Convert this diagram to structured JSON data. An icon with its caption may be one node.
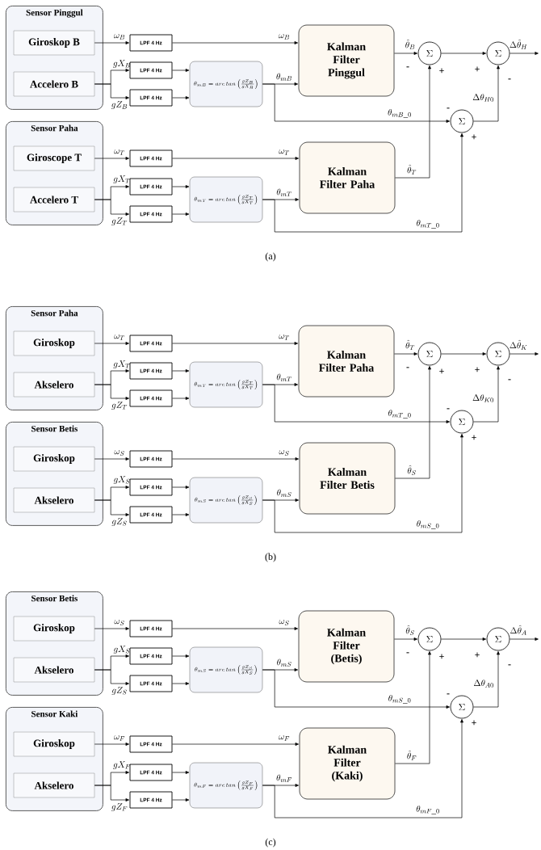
{
  "diagram": {
    "nodes": [
      {
        "text": [
          "Sensor Pinggul"
        ]
      },
      {
        "text": [
          "Giroskop B"
        ],
        "in": 0
      },
      {
        "text": [
          "Accelero B"
        ],
        "in": 0
      },
      {
        "text": [
          "LPF 4 Hz"
        ]
      },
      {
        "text": [
          "LPF 4 Hz"
        ]
      },
      {
        "text": [
          "LPF 4 Hz"
        ]
      },
      {
        "text": [
          "\\theta_{mB} = arc\\,tan\\left(\\frac{gZ_B}{gX_B}\\right)"
        ]
      },
      {
        "text": [
          "Kalman Filter Pinggul"
        ]
      },
      {
        "text": [
          "\\Sigma"
        ],
        "beside": [
          "-",
          "+"
        ]
      },
      {
        "text": [
          "\\Sigma"
        ],
        "beside": [
          "+",
          "-"
        ]
      },
      {
        "text": [
          "\\Sigma"
        ],
        "beside": [
          "-",
          "+"
        ]
      },
      {
        "text": [
          "Sensor Paha"
        ]
      },
      {
        "text": [
          "Giroscope T"
        ],
        "in": 11
      },
      {
        "text": [
          "Accelero T"
        ],
        "in": 11
      },
      {
        "text": [
          "LPF 4 Hz"
        ]
      },
      {
        "text": [
          "LPF 4 Hz"
        ]
      },
      {
        "text": [
          "LPF 4 Hz"
        ]
      },
      {
        "text": [
          "\\theta_{mT} = arc\\,tan\\left(\\frac{gZ_T}{gX_T}\\right)"
        ]
      },
      {
        "text": [
          "Kalman Filter Paha"
        ]
      },
      {
        "text": [
          "Sensor Paha"
        ]
      },
      {
        "text": [
          "Giroskop"
        ],
        "in": 19
      },
      {
        "text": [
          "Akselero"
        ],
        "in": 19
      },
      {
        "text": [
          "LPF 4 Hz"
        ]
      },
      {
        "text": [
          "LPF 4 Hz"
        ]
      },
      {
        "text": [
          "LPF 4 Hz"
        ]
      },
      {
        "text": [
          "\\theta_{mT} = arc\\,tan\\left(\\frac{gZ_T}{gX_T}\\right)"
        ]
      },
      {
        "text": [
          "Kalman Filter Paha"
        ]
      },
      {
        "text": [
          "\\Sigma"
        ],
        "beside": [
          "-",
          "+"
        ]
      },
      {
        "text": [
          "\\Sigma"
        ],
        "beside": [
          "+",
          "-"
        ]
      },
      {
        "text": [
          "\\Sigma"
        ],
        "beside": [
          "-",
          "+"
        ]
      },
      {
        "text": [
          "Sensor Betis"
        ]
      },
      {
        "text": [
          "Giroskop"
        ],
        "in": 30
      },
      {
        "text": [
          "Akselero"
        ],
        "in": 30
      },
      {
        "text": [
          "LPF 4 Hz"
        ]
      },
      {
        "text": [
          "LPF 4 Hz"
        ]
      },
      {
        "text": [
          "LPF 4 Hz"
        ]
      },
      {
        "text": [
          "\\theta_{mS} = arc\\,tan\\left(\\frac{gZ_S}{gX_S}\\right)"
        ]
      },
      {
        "text": [
          "Kalman Filter Betis"
        ]
      },
      {
        "text": [
          "Sensor Betis"
        ]
      },
      {
        "text": [
          "Giroskop"
        ],
        "in": 38
      },
      {
        "text": [
          "Akselero"
        ],
        "in": 38
      },
      {
        "text": [
          "LPF 4 Hz"
        ]
      },
      {
        "text": [
          "LPF 4 Hz"
        ]
      },
      {
        "text": [
          "LPF 4 Hz"
        ]
      },
      {
        "text": [
          "\\theta_{mS} = arc\\,tan\\left(\\frac{gZ_S}{gX_S}\\right)"
        ]
      },
      {
        "text": [
          "Kalman Filter (Betis)"
        ]
      },
      {
        "text": [
          "\\Sigma"
        ],
        "beside": [
          "-",
          "+"
        ]
      },
      {
        "text": [
          "\\Sigma"
        ],
        "beside": [
          "+",
          "-"
        ]
      },
      {
        "text": [
          "\\Sigma"
        ],
        "beside": [
          "-",
          "+"
        ]
      },
      {
        "text": [
          "Sensor Kaki"
        ]
      },
      {
        "text": [
          "Giroskop"
        ],
        "in": 49
      },
      {
        "text": [
          "Akselero"
        ],
        "in": 49
      },
      {
        "text": [
          "LPF 4 Hz"
        ]
      },
      {
        "text": [
          "LPF 4 Hz"
        ]
      },
      {
        "text": [
          "LPF 4 Hz"
        ]
      },
      {
        "text": [
          "\\theta_{mF} = arc\\,tan\\left(\\frac{gZ_F}{gX_F}\\right)"
        ]
      },
      {
        "text": [
          "Kalman Filter (Kaki)"
        ]
      }
    ],
    "edges": [
      {
        "from": 1,
        "to": 3,
        "arrow": "to",
        "label": "\\omega_B"
      },
      {
        "from": 3,
        "to": 7,
        "arrow": "to",
        "label": "\\omega_B"
      },
      {
        "from": 2,
        "to": 4,
        "arrow": "to",
        "label": "gX_B"
      },
      {
        "from": 2,
        "to": 5,
        "arrow": "to",
        "label": "gZ_B"
      },
      {
        "from": 4,
        "to": 6,
        "arrow": "to"
      },
      {
        "from": 5,
        "to": 6,
        "arrow": "to"
      },
      {
        "from": 6,
        "to": 7,
        "arrow": "to",
        "label": "\\theta_{mB}"
      },
      {
        "from": 6,
        "to": 10,
        "arrow": "to",
        "label": "\\theta_{mB\\_0}"
      },
      {
        "from": 7,
        "to": 8,
        "arrow": "to",
        "label": "\\hat{\\theta}_B"
      },
      {
        "from": 8,
        "to": 9,
        "arrow": "to"
      },
      {
        "from": 10,
        "to": 9,
        "arrow": "to",
        "label": "\\Delta\\theta_{H0}"
      },
      {
        "from": 9,
        "to": null,
        "arrow": "to",
        "label": "\\Delta\\hat{\\theta}_H"
      },
      {
        "from": 12,
        "to": 14,
        "arrow": "to",
        "label": "\\omega_T"
      },
      {
        "from": 14,
        "to": 18,
        "arrow": "to",
        "label": "\\omega_T"
      },
      {
        "from": 13,
        "to": 15,
        "arrow": "to",
        "label": "gX_T"
      },
      {
        "from": 13,
        "to": 16,
        "arrow": "to",
        "label": "gZ_T"
      },
      {
        "from": 15,
        "to": 17,
        "arrow": "to"
      },
      {
        "from": 16,
        "to": 17,
        "arrow": "to"
      },
      {
        "from": 17,
        "to": 18,
        "arrow": "to",
        "label": "\\theta_{mT}"
      },
      {
        "from": 17,
        "to": 10,
        "arrow": "to",
        "label": "\\theta_{mT\\_0}"
      },
      {
        "from": 18,
        "to": 8,
        "arrow": "to",
        "label": "\\hat{\\theta}_T"
      },
      {
        "from": 20,
        "to": 22,
        "arrow": "to",
        "label": "\\omega_T"
      },
      {
        "from": 22,
        "to": 26,
        "arrow": "to",
        "label": "\\omega_T"
      },
      {
        "from": 21,
        "to": 23,
        "arrow": "to",
        "label": "gX_T"
      },
      {
        "from": 21,
        "to": 24,
        "arrow": "to",
        "label": "gZ_T"
      },
      {
        "from": 23,
        "to": 25,
        "arrow": "to"
      },
      {
        "from": 24,
        "to": 25,
        "arrow": "to"
      },
      {
        "from": 25,
        "to": 26,
        "arrow": "to",
        "label": "\\theta_{mT}"
      },
      {
        "from": 25,
        "to": 29,
        "arrow": "to",
        "label": "\\theta_{mT\\_0}"
      },
      {
        "from": 26,
        "to": 27,
        "arrow": "to",
        "label": "\\hat{\\theta}_T"
      },
      {
        "from": 27,
        "to": 28,
        "arrow": "to"
      },
      {
        "from": 29,
        "to": 28,
        "arrow": "to",
        "label": "\\Delta\\theta_{K0}"
      },
      {
        "from": 28,
        "to": null,
        "arrow": "to",
        "label": "\\Delta\\hat{\\theta}_K"
      },
      {
        "from": 31,
        "to": 33,
        "arrow": "to",
        "label": "\\omega_S"
      },
      {
        "from": 33,
        "to": 37,
        "arrow": "to",
        "label": "\\omega_S"
      },
      {
        "from": 32,
        "to": 34,
        "arrow": "to",
        "label": "gX_S"
      },
      {
        "from": 32,
        "to": 35,
        "arrow": "to",
        "label": "gZ_S"
      },
      {
        "from": 34,
        "to": 36,
        "arrow": "to"
      },
      {
        "from": 35,
        "to": 36,
        "arrow": "to"
      },
      {
        "from": 36,
        "to": 37,
        "arrow": "to",
        "label": "\\theta_{mS}"
      },
      {
        "from": 36,
        "to": 29,
        "arrow": "to",
        "label": "\\theta_{mS\\_0}"
      },
      {
        "from": 37,
        "to": 27,
        "arrow": "to",
        "label": "\\hat{\\theta}_S"
      },
      {
        "from": 39,
        "to": 41,
        "arrow": "to",
        "label": "\\omega_S"
      },
      {
        "from": 41,
        "to": 45,
        "arrow": "to",
        "label": "\\omega_S"
      },
      {
        "from": 40,
        "to": 42,
        "arrow": "to",
        "label": "gX_S"
      },
      {
        "from": 40,
        "to": 43,
        "arrow": "to",
        "label": "gZ_S"
      },
      {
        "from": 42,
        "to": 44,
        "arrow": "to"
      },
      {
        "from": 43,
        "to": 44,
        "arrow": "to"
      },
      {
        "from": 44,
        "to": 45,
        "arrow": "to",
        "label": "\\theta_{mS}"
      },
      {
        "from": 44,
        "to": 48,
        "arrow": "to",
        "label": "\\theta_{mS\\_0}"
      },
      {
        "from": 45,
        "to": 46,
        "arrow": "to",
        "label": "\\hat{\\theta}_S"
      },
      {
        "from": 46,
        "to": 47,
        "arrow": "to"
      },
      {
        "from": 48,
        "to": 47,
        "arrow": "to",
        "label": "\\Delta\\theta_{A0}"
      },
      {
        "from": 47,
        "to": null,
        "arrow": "to",
        "label": "\\Delta\\hat{\\theta}_A"
      },
      {
        "from": 50,
        "to": 52,
        "arrow": "to",
        "label": "\\omega_F"
      },
      {
        "from": 52,
        "to": 56,
        "arrow": "to",
        "label": "\\omega_F"
      },
      {
        "from": 51,
        "to": 53,
        "arrow": "to",
        "label": "gX_F"
      },
      {
        "from": 51,
        "to": 54,
        "arrow": "to",
        "label": "gZ_F"
      },
      {
        "from": 53,
        "to": 55,
        "arrow": "to"
      },
      {
        "from": 54,
        "to": 55,
        "arrow": "to"
      },
      {
        "from": 55,
        "to": 56,
        "arrow": "to",
        "label": "\\theta_{mF}"
      },
      {
        "from": 55,
        "to": 48,
        "arrow": "to",
        "label": "\\theta_{mF\\_0}"
      },
      {
        "from": 56,
        "to": 46,
        "arrow": "to",
        "label": "\\hat{\\theta}_F"
      }
    ],
    "labels": [
      "(a)",
      "(b)",
      "(c)"
    ]
  }
}
